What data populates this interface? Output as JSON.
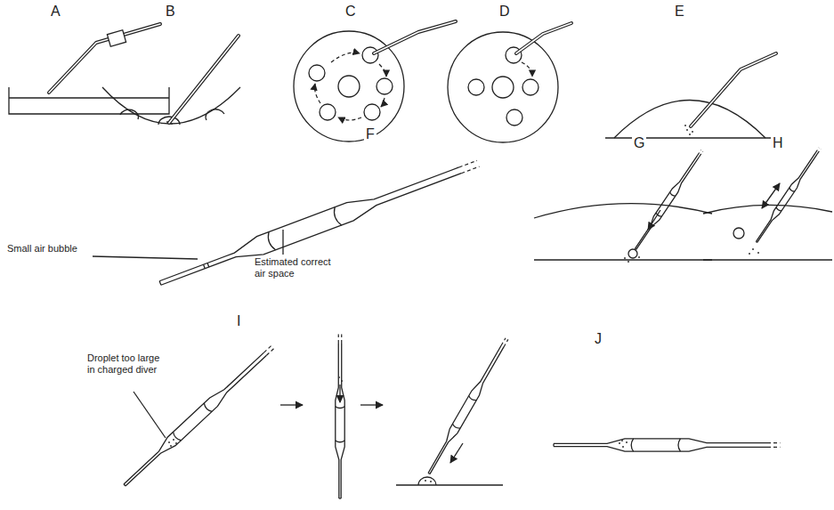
{
  "diagram": {
    "labels": [
      "A",
      "B",
      "C",
      "D",
      "E",
      "F",
      "G",
      "H",
      "I",
      "J",
      "Small air bubble",
      "Estimated correct air space",
      "Droplet too large in charged diver"
    ]
  }
}
